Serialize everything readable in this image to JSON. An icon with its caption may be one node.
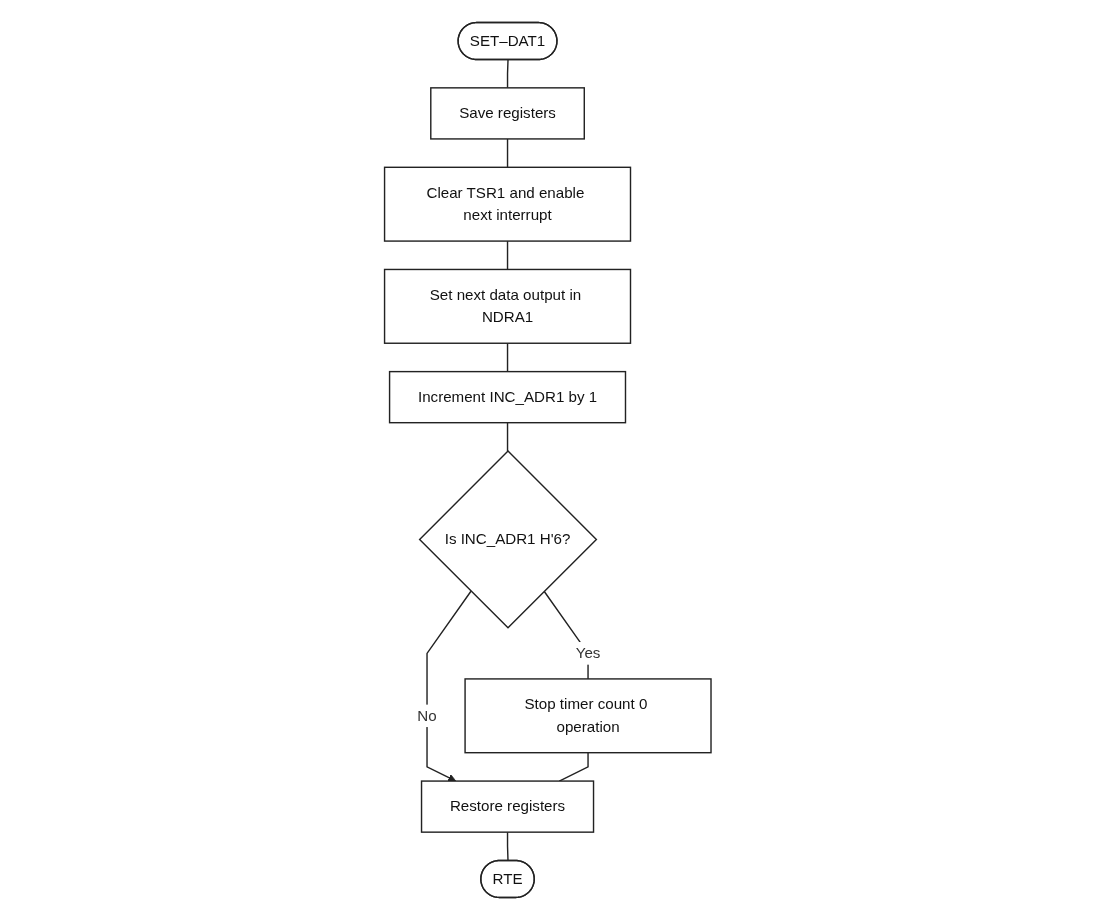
{
  "diagram": {
    "nodes": [
      {
        "text": [
          "SET–DAT1"
        ]
      },
      {
        "text": [
          "Save registers"
        ]
      },
      {
        "text": [
          "Clear TSR1 and enable next interrupt"
        ]
      },
      {
        "text": [
          "Set next data output in NDRA1"
        ]
      },
      {
        "text": [
          "Increment INC_ADR1 by 1"
        ]
      },
      {
        "text": [
          "Is INC_ADR1 H'6?"
        ]
      },
      {
        "text": [
          "Stop timer count 0 operation"
        ]
      },
      {
        "text": [
          "Restore registers"
        ]
      },
      {
        "text": [
          "RTE"
        ]
      }
    ],
    "edges": [
      {
        "from": 0,
        "to": 1,
        "arrow": "none"
      },
      {
        "from": 1,
        "to": 2,
        "arrow": "none"
      },
      {
        "from": 2,
        "to": 3,
        "arrow": "none"
      },
      {
        "from": 3,
        "to": 4,
        "arrow": "none"
      },
      {
        "from": 4,
        "to": 5,
        "arrow": "none"
      },
      {
        "from": 5,
        "to": 6,
        "label": "Yes",
        "arrow": "none"
      },
      {
        "from": 5,
        "to": 7,
        "label": "No",
        "arrow": "to"
      },
      {
        "from": 6,
        "to": 7,
        "arrow": "none"
      },
      {
        "from": 7,
        "to": 8,
        "arrow": "none"
      }
    ]
  }
}
